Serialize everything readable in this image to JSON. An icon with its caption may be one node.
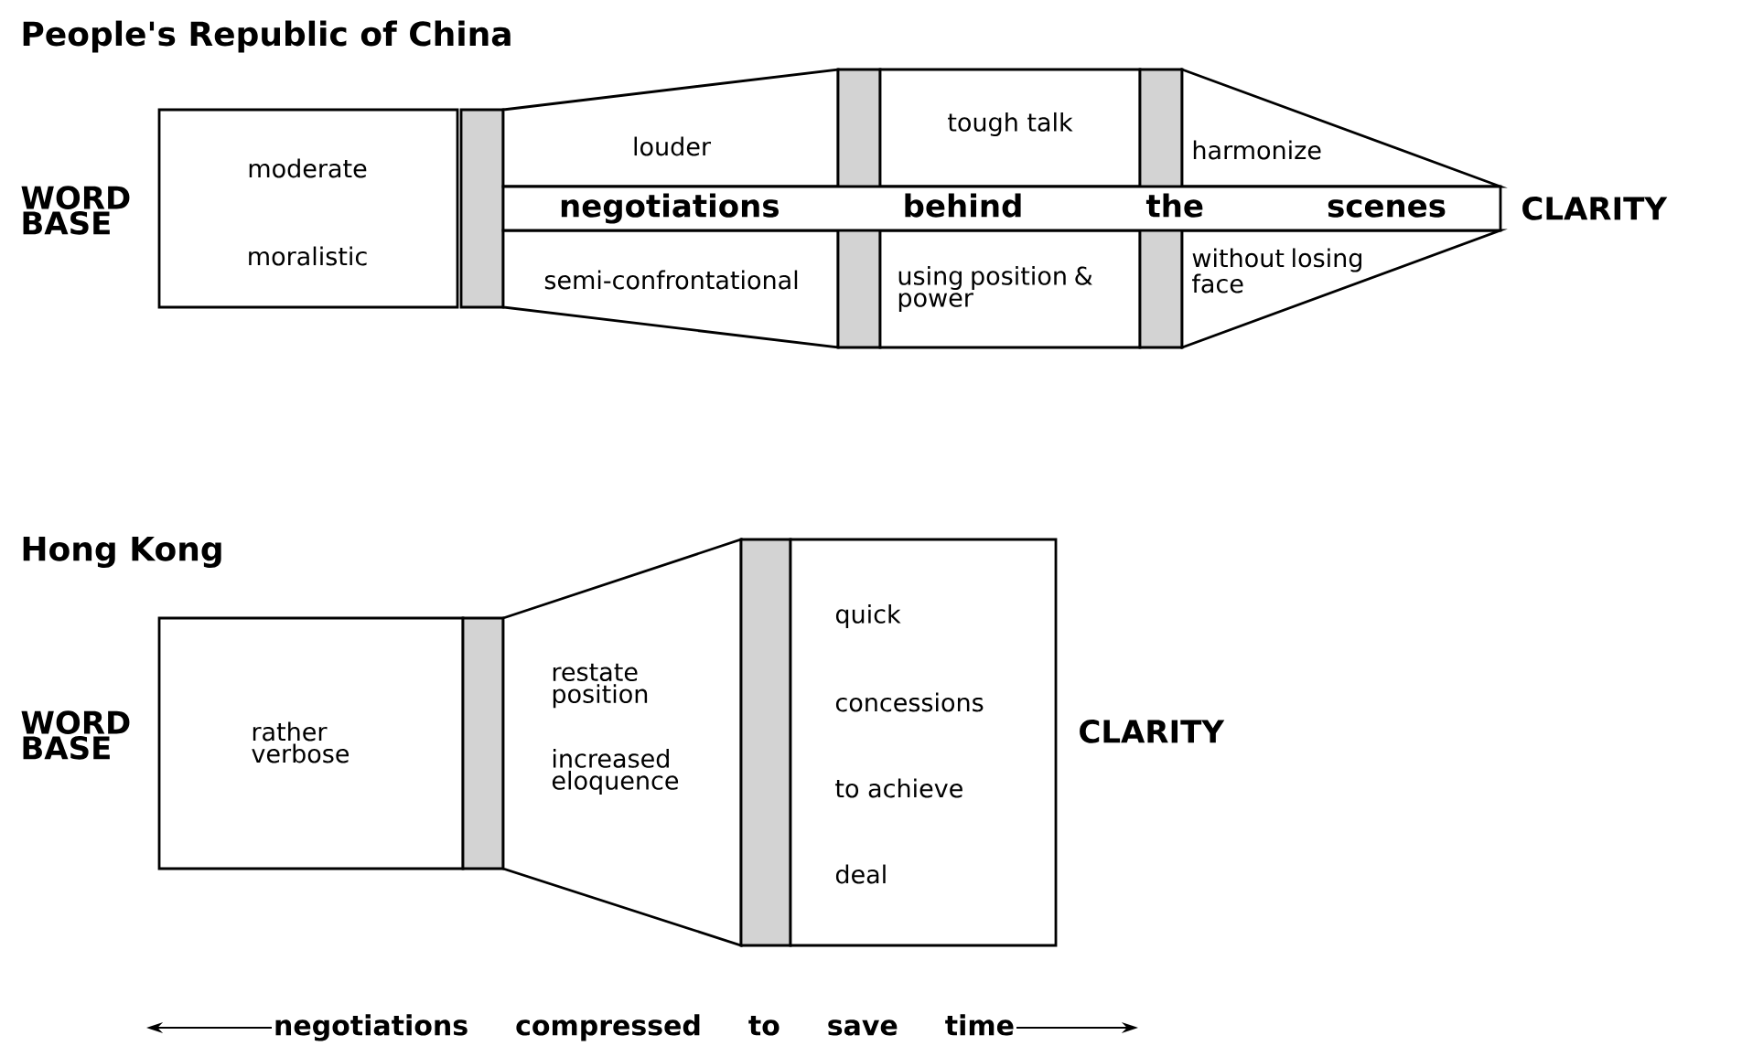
{
  "diagram": {
    "nodes": [
      {
        "text": [
          "moderate",
          "moralistic"
        ]
      },
      {
        "text": [],
        "shape": "bar"
      },
      {
        "text": [
          "louder"
        ]
      },
      {
        "text": [
          "negotiations behind the scenes"
        ]
      },
      {
        "text": [
          "semi-confrontational"
        ]
      },
      {
        "text": [],
        "shape": "bar"
      },
      {
        "text": [
          "tough talk"
        ]
      },
      {
        "text": [
          "using position & power"
        ]
      },
      {
        "text": [],
        "shape": "bar"
      },
      {
        "text": [
          "harmonize"
        ]
      },
      {
        "text": [
          "without losing face"
        ]
      },
      {
        "text": [
          "rather verbose"
        ]
      },
      {
        "text": [],
        "shape": "bar"
      },
      {
        "text": [
          "restate position",
          "increased eloquence"
        ]
      },
      {
        "text": [],
        "shape": "bar"
      },
      {
        "text": [
          "quick",
          "concessions",
          "to achieve",
          "deal"
        ]
      }
    ],
    "labels": [
      "People's Republic of China",
      "WORD BASE",
      "CLARITY",
      "Hong Kong",
      "WORD BASE",
      "CLARITY",
      "negotiations compressed to save time"
    ]
  }
}
